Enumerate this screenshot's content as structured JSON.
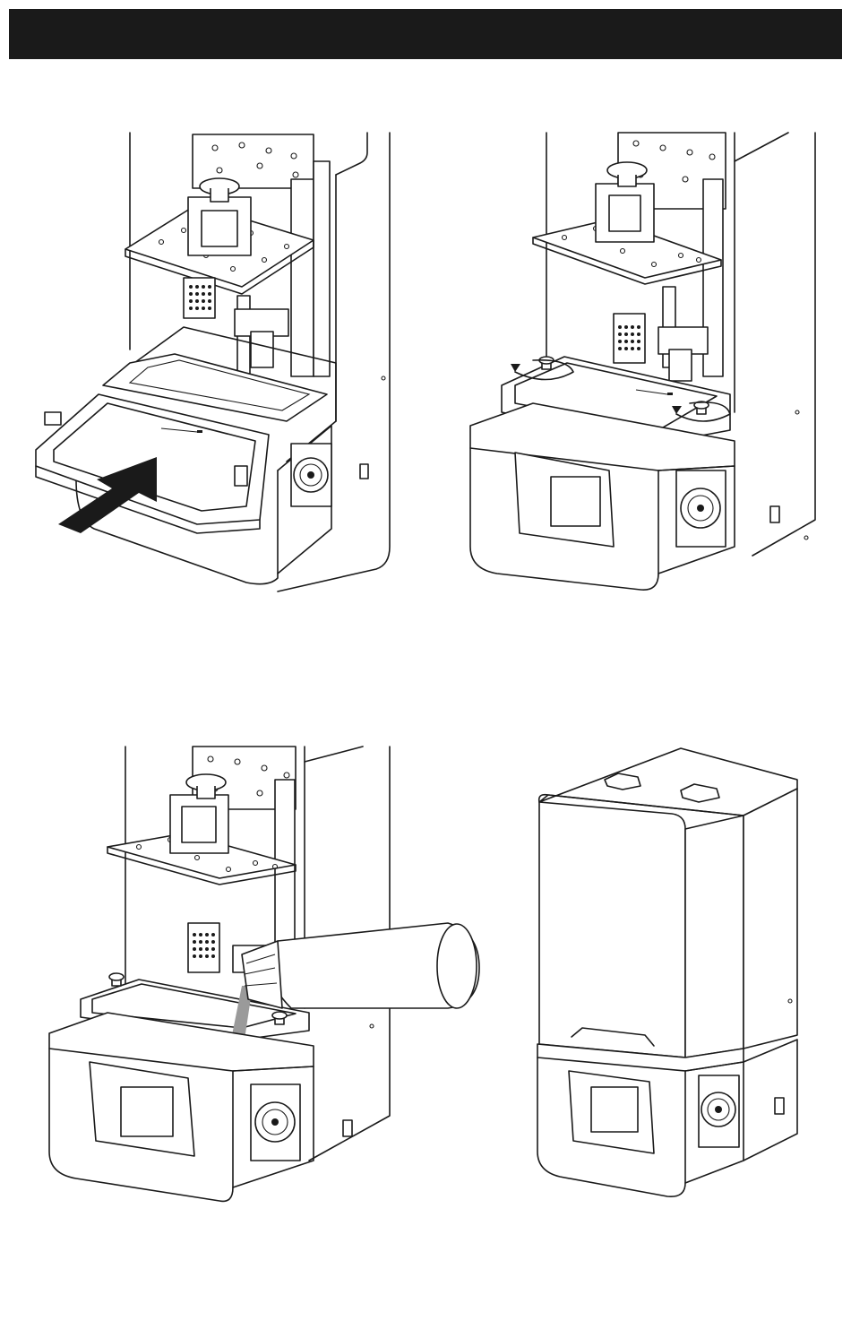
{
  "header": {
    "background": "#1a1a1a"
  },
  "figures": [
    {
      "id": "step-insert-vat",
      "icons": [
        "arrow-icon"
      ]
    },
    {
      "id": "step-tighten-vat-screws",
      "icons": [
        "rotate-icon"
      ]
    },
    {
      "id": "step-pour-resin",
      "icons": [
        "resin-bottle-icon"
      ]
    },
    {
      "id": "step-cover-printer",
      "icons": [
        "cover-icon"
      ]
    }
  ],
  "colors": {
    "ink": "#1a1a1a",
    "paper": "#ffffff",
    "resin": "#9a9a9a"
  }
}
